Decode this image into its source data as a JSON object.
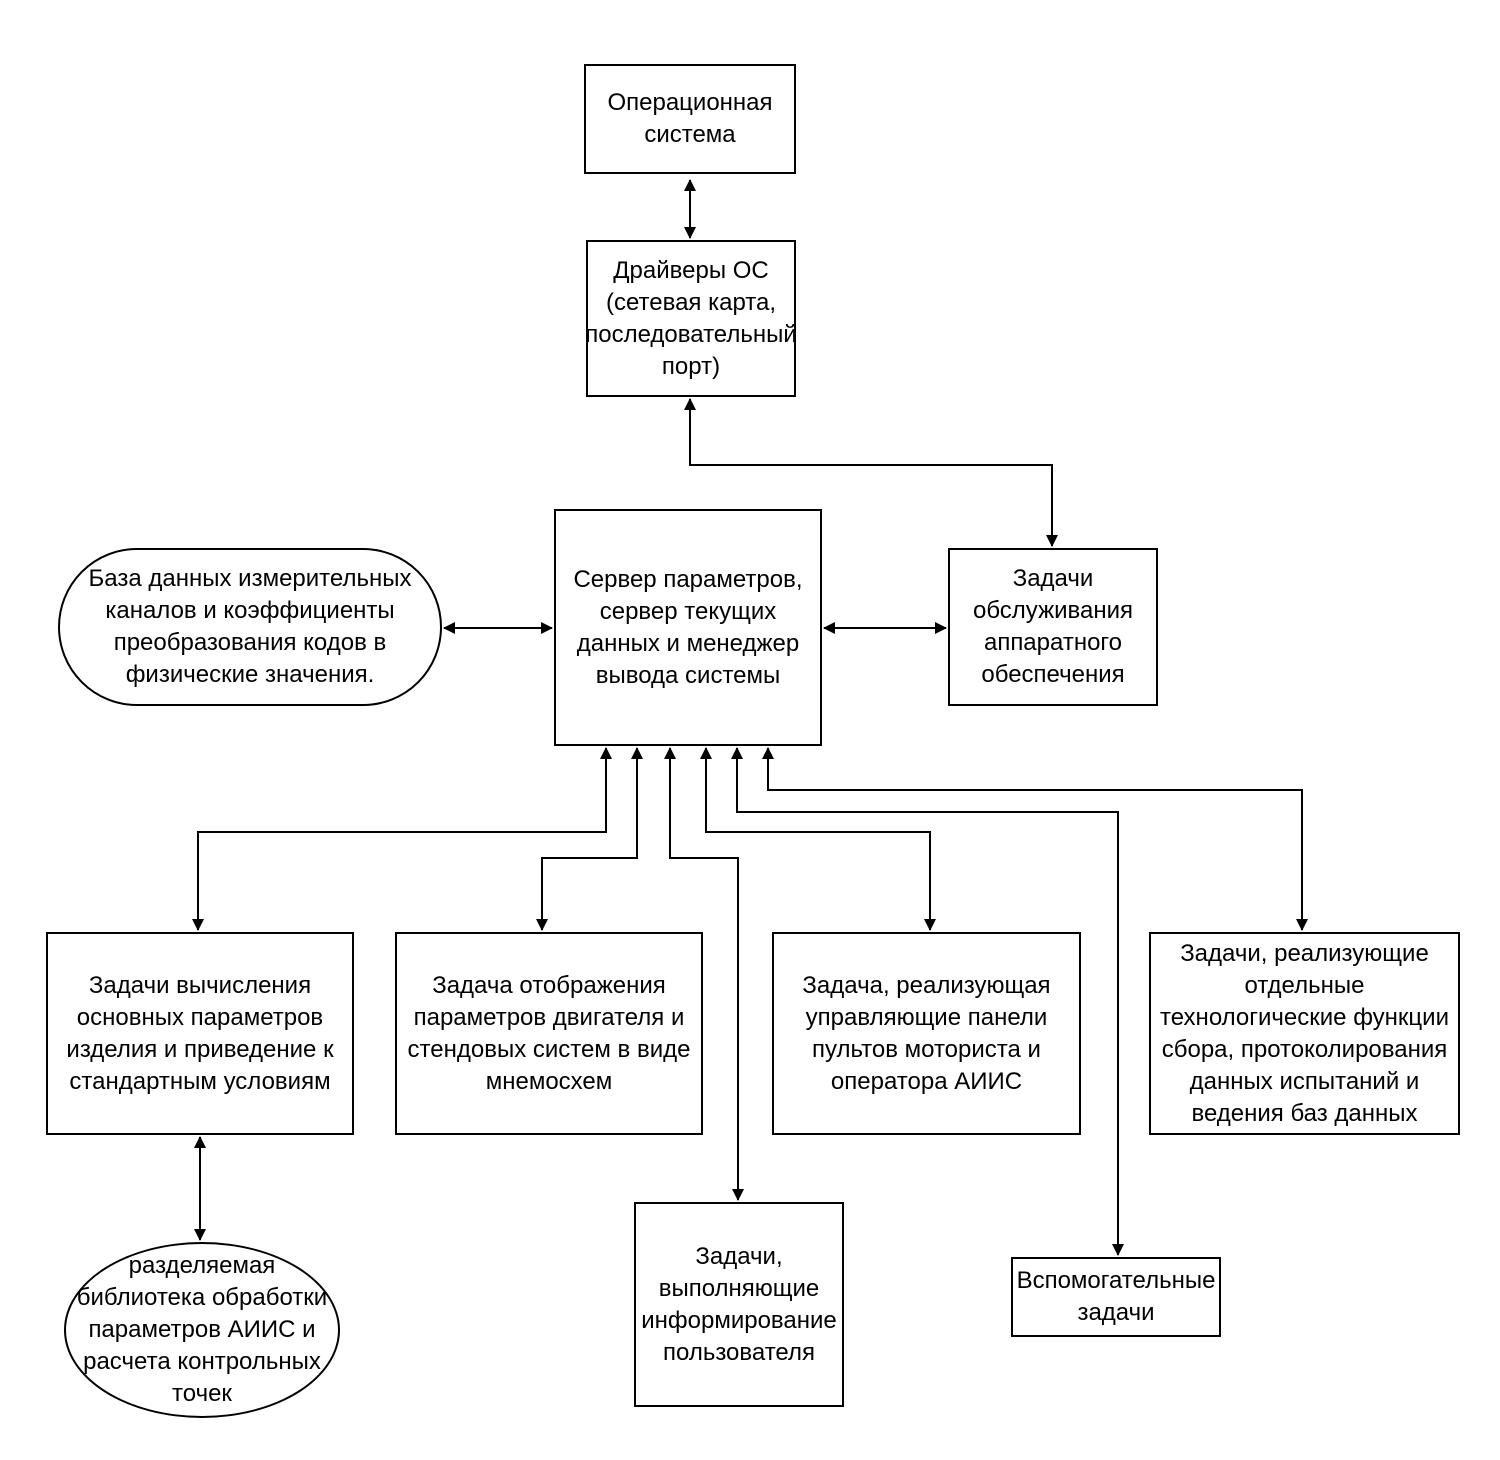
{
  "diagram": {
    "nodes": {
      "os": {
        "label": "Операционная\nсистема"
      },
      "drivers": {
        "label": "Драйверы ОС\n(сетевая карта,\nпоследовательный\nпорт)"
      },
      "server": {
        "label": "Сервер параметров,\nсервер текущих\nданных и менеджер\nвывода системы"
      },
      "hw_tasks": {
        "label": "Задачи\nобслуживания\nаппаратного\nобеспечения"
      },
      "database": {
        "label": "База данных измерительных\nканалов и коэффициенты\nпреобразования кодов в\nфизические значения."
      },
      "calc_tasks": {
        "label": "Задачи вычисления\nосновных параметров\nизделия и приведение к\nстандартным условиям"
      },
      "display_task": {
        "label": "Задача отображения\nпараметров двигателя и\nстендовых систем в виде\nмнемосхем"
      },
      "panel_task": {
        "label": "Задача, реализующая\nуправляющие панели\nпультов моториста и\nоператора АИИС"
      },
      "tech_tasks": {
        "label": "Задачи, реализующие\nотдельные\nтехнологические функции\nсбора, протоколирования\nданных испытаний и\nведения баз данных"
      },
      "library": {
        "label": "разделяемая\nбиблиотека обработки\nпараметров АИИС и\nрасчета контрольных\nточек"
      },
      "inform_tasks": {
        "label": "Задачи,\nвыполняющие\nинформирование\nпользователя"
      },
      "aux_tasks": {
        "label": "Вспомогательные\nзадачи"
      }
    }
  }
}
